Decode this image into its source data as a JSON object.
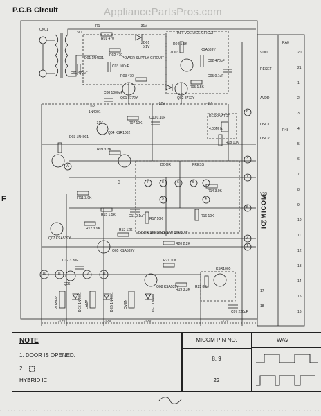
{
  "header": {
    "title": "P.C.B Circuit",
    "watermark": "AppliancePartsPros.com",
    "left_mark": "F"
  },
  "schematic": {
    "labels": [
      {
        "id": "cn01",
        "text": "CN01"
      },
      {
        "id": "lvt",
        "text": "L.V.T"
      },
      {
        "id": "r1",
        "text": "R1"
      },
      {
        "id": "minus31v",
        "text": "-31V"
      },
      {
        "id": "r01",
        "text": "R01 470"
      },
      {
        "id": "zd01",
        "text": "ZD01"
      },
      {
        "id": "z5v",
        "text": "5.1V"
      },
      {
        "id": "r02",
        "text": "R02 470"
      },
      {
        "id": "d01",
        "text": "D01 1N4001"
      },
      {
        "id": "power_supply",
        "text": "POWER SUPPLY CIRCUIT"
      },
      {
        "id": "init",
        "text": "INIT VOLTAGE CIRCUIT"
      },
      {
        "id": "r04",
        "text": "R04 1.5K"
      },
      {
        "id": "zd03",
        "text": "ZD03"
      },
      {
        "id": "ksa",
        "text": "KSA539Y"
      },
      {
        "id": "c01",
        "text": "C01 470uF"
      },
      {
        "id": "c02",
        "text": "C02 470uF"
      },
      {
        "id": "c03",
        "text": "C03 100uF"
      },
      {
        "id": "r03",
        "text": "R03 470"
      },
      {
        "id": "q01",
        "text": "Q01 8772Y"
      },
      {
        "id": "q02",
        "text": "Q02 8772Y"
      },
      {
        "id": "minus12v",
        "text": "-12V"
      },
      {
        "id": "minus5v",
        "text": "-5V"
      },
      {
        "id": "minus31",
        "text": "-31V"
      },
      {
        "id": "d02",
        "text": "D02"
      },
      {
        "id": "in4001",
        "text": "1N4001"
      },
      {
        "id": "c0501",
        "text": "C05 0.1uF"
      },
      {
        "id": "c08",
        "text": "C08 1000pF"
      },
      {
        "id": "r05",
        "text": "R05 1.5K"
      },
      {
        "id": "r07",
        "text": "R07 10K"
      },
      {
        "id": "c10",
        "text": "C10 0.1uF"
      },
      {
        "id": "q04",
        "text": "Q04 KSR1002"
      },
      {
        "id": "d03",
        "text": "D03 1N4001"
      },
      {
        "id": "resonator",
        "text": "RESONATOR"
      },
      {
        "id": "xtal",
        "text": "4.00MHz"
      },
      {
        "id": "r08",
        "text": "R08 10K"
      },
      {
        "id": "r09",
        "text": "R09 3.3K"
      },
      {
        "id": "door",
        "text": "DOOR"
      },
      {
        "id": "press",
        "text": "PRESS"
      },
      {
        "id": "r11",
        "text": "R11 3.9K"
      },
      {
        "id": "r14",
        "text": "R14 3.9K"
      },
      {
        "id": "r15",
        "text": "R15 1.5K"
      },
      {
        "id": "r16",
        "text": "R16 10K"
      },
      {
        "id": "r17",
        "text": "R17 10K"
      },
      {
        "id": "r12",
        "text": "R12 3.9K"
      },
      {
        "id": "r13",
        "text": "R13 12K"
      },
      {
        "id": "c11",
        "text": "C11 0.1uF"
      },
      {
        "id": "r20",
        "text": "R20 2.2K"
      },
      {
        "id": "door_sensing",
        "text": "DOOR SENSING S/W CIRCUIT"
      },
      {
        "id": "q05",
        "text": "Q05 KSA539Y"
      },
      {
        "id": "q06",
        "text": "Q06"
      },
      {
        "id": "q07",
        "text": "Q07 KSA539Y"
      },
      {
        "id": "c12",
        "text": "C12 3.3uF"
      },
      {
        "id": "r21",
        "text": "R21 10K"
      },
      {
        "id": "q08",
        "text": "Q08 KSA539Y"
      },
      {
        "id": "r19",
        "text": "R19 3.3K"
      },
      {
        "id": "ksr",
        "text": "KSR1005"
      },
      {
        "id": "r25",
        "text": "R25 8K"
      },
      {
        "id": "c07",
        "text": "C07 220pF"
      },
      {
        "id": "d04",
        "text": "DE6 1N4001"
      },
      {
        "id": "d05",
        "text": "DE5 1N4001"
      },
      {
        "id": "d06",
        "text": "DE7 1N4001"
      },
      {
        "id": "minus12a",
        "text": "-12V"
      },
      {
        "id": "minus12b",
        "text": "-12V"
      },
      {
        "id": "minus12c",
        "text": "-12V"
      },
      {
        "id": "minus12d",
        "text": "-12V"
      },
      {
        "id": "fan",
        "text": "POWER"
      },
      {
        "id": "lamp",
        "text": "LAMP"
      },
      {
        "id": "oven",
        "text": "OVEN"
      },
      {
        "id": "a_node",
        "text": "A"
      },
      {
        "id": "b_node",
        "text": "B"
      },
      {
        "id": "test",
        "text": "TEST"
      },
      {
        "id": "avdd",
        "text": "AVDD"
      },
      {
        "id": "reset",
        "text": "RESET"
      },
      {
        "id": "osc1",
        "text": "OSC1"
      },
      {
        "id": "osc2",
        "text": "OSC2"
      },
      {
        "id": "r48",
        "text": "R48"
      },
      {
        "id": "ra0",
        "text": "RA0"
      },
      {
        "id": "vdd",
        "text": "VDD"
      },
      {
        "id": "vss",
        "text": "VSS"
      }
    ],
    "pins_right": [
      "20",
      "21",
      "1",
      "2",
      "3",
      "4",
      "5",
      "6",
      "7",
      "8",
      "9",
      "10",
      "11",
      "12",
      "13",
      "14",
      "15",
      "16",
      "17",
      "18"
    ],
    "nodes": [
      "1",
      "2",
      "3",
      "4",
      "5",
      "6",
      "7",
      "8",
      "9",
      "10",
      "11",
      "12"
    ],
    "ic_label": "IC MICOM"
  },
  "note": {
    "title": "NOTE",
    "item1": "1. DOOR IS OPENED.",
    "item2": "2.",
    "item3": "HYBRID IC"
  },
  "pin_table": {
    "header_pin": "MICOM PIN NO.",
    "header_wave": "WAV",
    "row1": "8, 9",
    "row2": "22"
  }
}
